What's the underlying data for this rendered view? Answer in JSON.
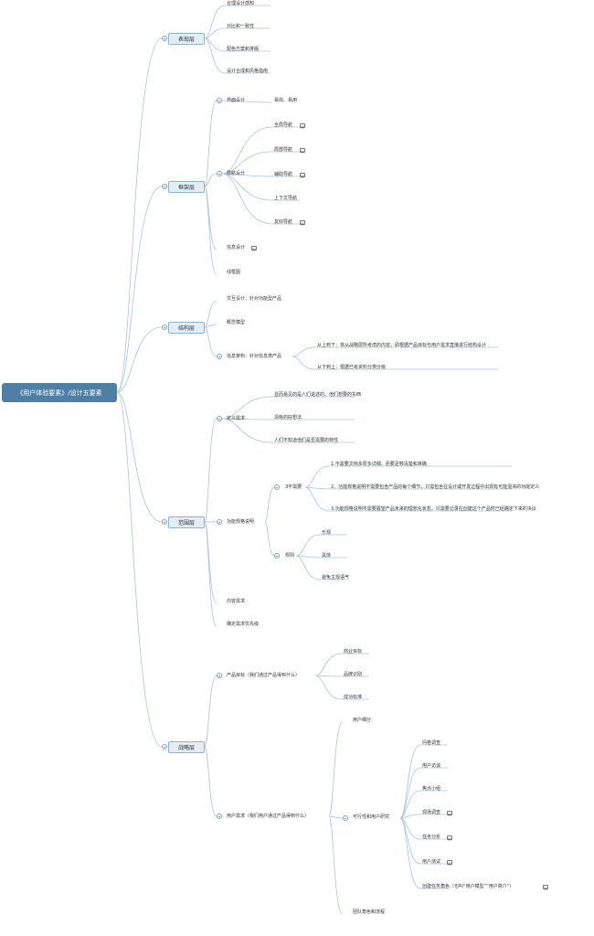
{
  "root": "《用户体验要素》/设计五要素",
  "tag_icon": "note-icon",
  "branches": [
    {
      "label": "表现层",
      "children": [
        "合理设计感知",
        "对比和一致性",
        "配色方案和排版",
        "设计合成和风格指南"
      ]
    },
    {
      "label": "框架层",
      "children": [
        {
          "label": "界面设计",
          "children": [
            "易找、易用"
          ]
        },
        {
          "label": "导航设计",
          "children": [
            "全局导航",
            "局部导航",
            "辅助导航",
            "上下文导航",
            "友好导航"
          ]
        },
        "信息设计",
        "线框图"
      ]
    },
    {
      "label": "结构层",
      "children": [
        "交互设计：针对功能型产品",
        "概念模型",
        {
          "label": "信息架构：针对信息类产品",
          "children": [
            "从上到下：将从战略层所考虑的内容，即根据产品目标与用户需求直接进行结构设计",
            "从下到上：根据已有资料分类分级"
          ]
        }
      ]
    },
    {
      "label": "范围层",
      "children": [
        {
          "label": "定义需求",
          "children": [
            "显而易见的是人们说述的、他们想要的东西",
            "清晰的好想法",
            "人们不知道他们是否需要的特性"
          ]
        },
        {
          "label": "功能规格说明",
          "children": [
            {
              "label": "3不需要",
              "children": [
                "1.不需要文档多厚多详细，而要足够清楚和准确",
                "2、功能规格说明不需要包含产品的每个细节，只需包含在设计或开发过程中出现有可能混淆的功能定义",
                "3.功能规格说明不需要展望产品未来的理想化状态，只需要记录在创建这个产品时已经确定下来的决议"
              ]
            },
            {
              "label": "规则",
              "children": [
                "乐观",
                "具体",
                "避免主观语气"
              ]
            }
          ]
        },
        "内容需求",
        "确定需求优先级"
      ]
    },
    {
      "label": "战略层",
      "children": [
        {
          "label": "产品目标（我们通过产品得到什么）",
          "children": [
            "商业目标",
            "品牌识别",
            "成功标准"
          ]
        },
        {
          "label": "用户需求（我们用户通过产品得到什么）",
          "children": [
            "用户细分",
            {
              "label": "可行性和用户研究",
              "children": [
                "问卷调查",
                "用户访谈",
                "焦点小组",
                "现场调查",
                "任务分析",
                "用户测试",
                "创建任务角色（也叫“用户模型”“用户简介”）"
              ]
            },
            "团队角色和流程"
          ]
        }
      ]
    }
  ]
}
